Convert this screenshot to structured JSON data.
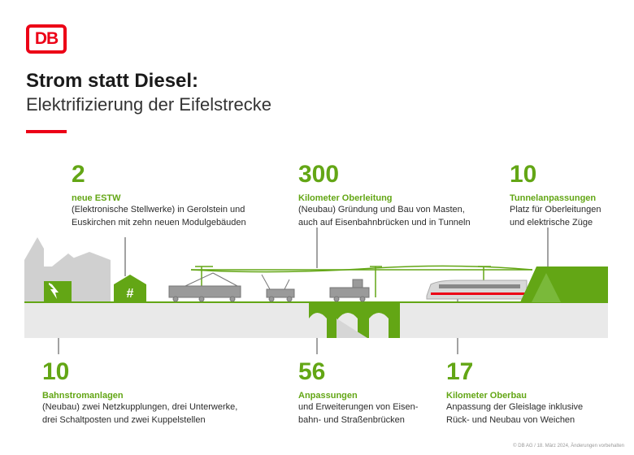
{
  "brand": {
    "logo_text": "DB",
    "accent": "#ec0016",
    "green": "#63a615"
  },
  "header": {
    "title": "Strom statt Diesel:",
    "subtitle": "Elektrifizierung der Eifelstrecke"
  },
  "facts": [
    {
      "number": "2",
      "label": "neue ESTW",
      "lines": [
        "(Elektronische Stellwerke) in Gerolstein und",
        "Euskirchen mit zehn neuen Modulgebäuden"
      ]
    },
    {
      "number": "300",
      "label": "Kilometer Oberleitung",
      "lines": [
        "(Neubau) Gründung und Bau von Masten,",
        "auch auf Eisenbahnbrücken und in Tunneln"
      ]
    },
    {
      "number": "10",
      "label": "Tunnelanpassungen",
      "lines": [
        "Platz für Oberleitungen",
        "und elektrische Züge"
      ]
    },
    {
      "number": "10",
      "label": "Bahnstromanlagen",
      "lines": [
        "(Neubau) zwei Netzkupplungen, drei Unterwerke,",
        "drei Schaltposten und zwei Kuppelstellen"
      ]
    },
    {
      "number": "56",
      "label": "Anpassungen",
      "lines": [
        "und Erweiterungen von Eisen-",
        "bahn- und Straßenbrücken"
      ]
    },
    {
      "number": "17",
      "label": "Kilometer Oberbau",
      "lines": [
        "Anpassung der Gleislage inklusive",
        "Rück- und Neubau von Weichen"
      ]
    }
  ],
  "icons": {
    "signal_box": "hash-icon",
    "substation": "lightning-bolt-icon"
  },
  "footer": {
    "copyright": "© DB AG / 18. März 2024, Änderungen vorbehalten"
  }
}
